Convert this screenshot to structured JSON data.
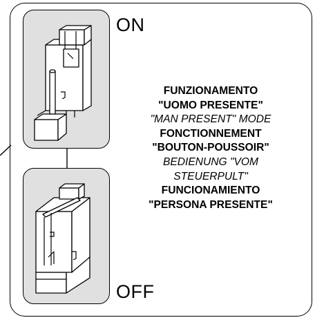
{
  "states": {
    "on": "ON",
    "off": "OFF"
  },
  "modes": [
    {
      "text": "FUNZIONAMENTO",
      "style": "bold"
    },
    {
      "text": "\"UOMO PRESENTE\"",
      "style": "bold"
    },
    {
      "text": "\"MAN PRESENT\" MODE",
      "style": "italic"
    },
    {
      "text": "FONCTIONNEMENT",
      "style": "bold"
    },
    {
      "text": "\"BOUTON-POUSSOIR\"",
      "style": "bold"
    },
    {
      "text": "BEDIENUNG \"VOM",
      "style": "italic"
    },
    {
      "text": "STEUERPULT\"",
      "style": "italic"
    },
    {
      "text": "FUNCIONAMIENTO",
      "style": "bold"
    },
    {
      "text": "\"PERSONA PRESENTE\"",
      "style": "bold"
    }
  ]
}
